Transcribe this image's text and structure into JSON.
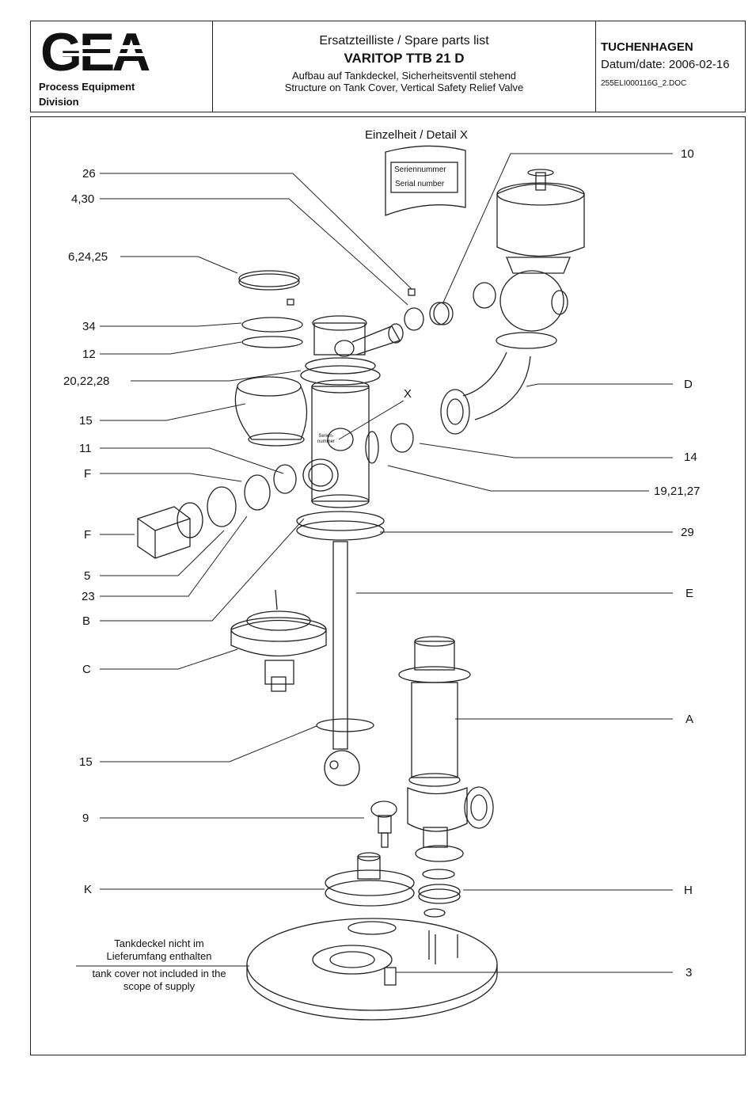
{
  "header": {
    "logo_text": "GEA",
    "division_line1": "Process Equipment",
    "division_line2": "Division",
    "title_line1": "Ersatzteilliste / Spare parts list",
    "title_line2": "VARITOP TTB 21 D",
    "title_line3": "Aufbau auf Tankdeckel, Sicherheitsventil stehend",
    "title_line4": "Structure on Tank Cover, Vertical Safety Relief Valve",
    "brand": "TUCHENHAGEN",
    "date": "Datum/date: 2006-02-16",
    "doc_id": "255ELI000116G_2.DOC"
  },
  "detail": {
    "title": "Einzelheit / Detail X",
    "serial_de": "Seriennummer",
    "serial_en": "Serial number",
    "small_tag": "Serien-nummer"
  },
  "labels": {
    "l26": "26",
    "l4_30": "4,30",
    "l6_24_25": "6,24,25",
    "l34": "34",
    "l12": "12",
    "l20_22_28": "20,22,28",
    "l15a": "15",
    "l11": "11",
    "lF1": "F",
    "lF2": "F",
    "l5": "5",
    "l23": "23",
    "lB": "B",
    "lC": "C",
    "l15b": "15",
    "l9": "9",
    "lK": "K",
    "l10": "10",
    "lD": "D",
    "lX": "X",
    "l14": "14",
    "l19_21_27": "19,21,27",
    "l29": "29",
    "lE": "E",
    "lA": "A",
    "lH": "H",
    "l3": "3"
  },
  "note": {
    "de1": "Tankdeckel nicht im",
    "de2": "Lieferumfang enthalten",
    "en1": "tank cover not included in the",
    "en2": "scope of supply"
  }
}
